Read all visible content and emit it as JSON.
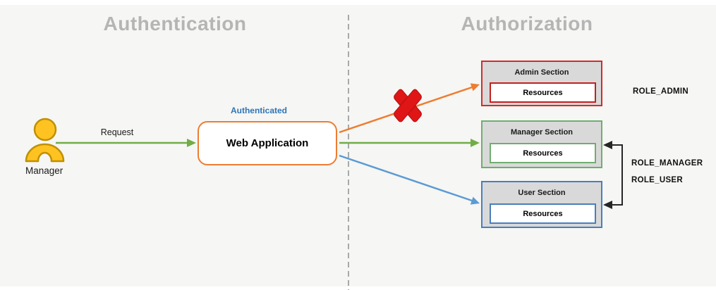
{
  "titles": {
    "left": "Authentication",
    "right": "Authorization"
  },
  "actor": {
    "label": "Manager",
    "icon": "person-icon"
  },
  "request_arrow": {
    "label": "Request"
  },
  "web_app": {
    "status_label": "Authenticated",
    "label": "Web Application"
  },
  "denied_icon": "red-x-mark",
  "sections": [
    {
      "id": "admin",
      "title": "Admin Section",
      "resource_label": "Resources",
      "accent": "#d42a2a"
    },
    {
      "id": "manager",
      "title": "Manager Section",
      "resource_label": "Resources",
      "accent": "#6fae6f"
    },
    {
      "id": "user",
      "title": "User Section",
      "resource_label": "Resources",
      "accent": "#4a7ebc"
    }
  ],
  "roles": {
    "admin": "ROLE_ADMIN",
    "manager": "ROLE_MANAGER",
    "user": "ROLE_USER"
  },
  "colors": {
    "canvas-bg": "#f6f6f4",
    "title-gray": "#b5b5b5",
    "auth-blue": "#2e75b6",
    "orange": "#ed7d31",
    "green": "#70ad47",
    "blue": "#5b9bd5",
    "red": "#e01515",
    "section-bg": "#d9d9d9",
    "admin-red": "#d42a2a",
    "manager-green": "#6fae6f",
    "user-blue": "#4a7ebc",
    "actor-gold": "#ffc321",
    "actor-gold-dark": "#bf9000",
    "connector": "#262626",
    "divider": "#a9a9a9"
  }
}
